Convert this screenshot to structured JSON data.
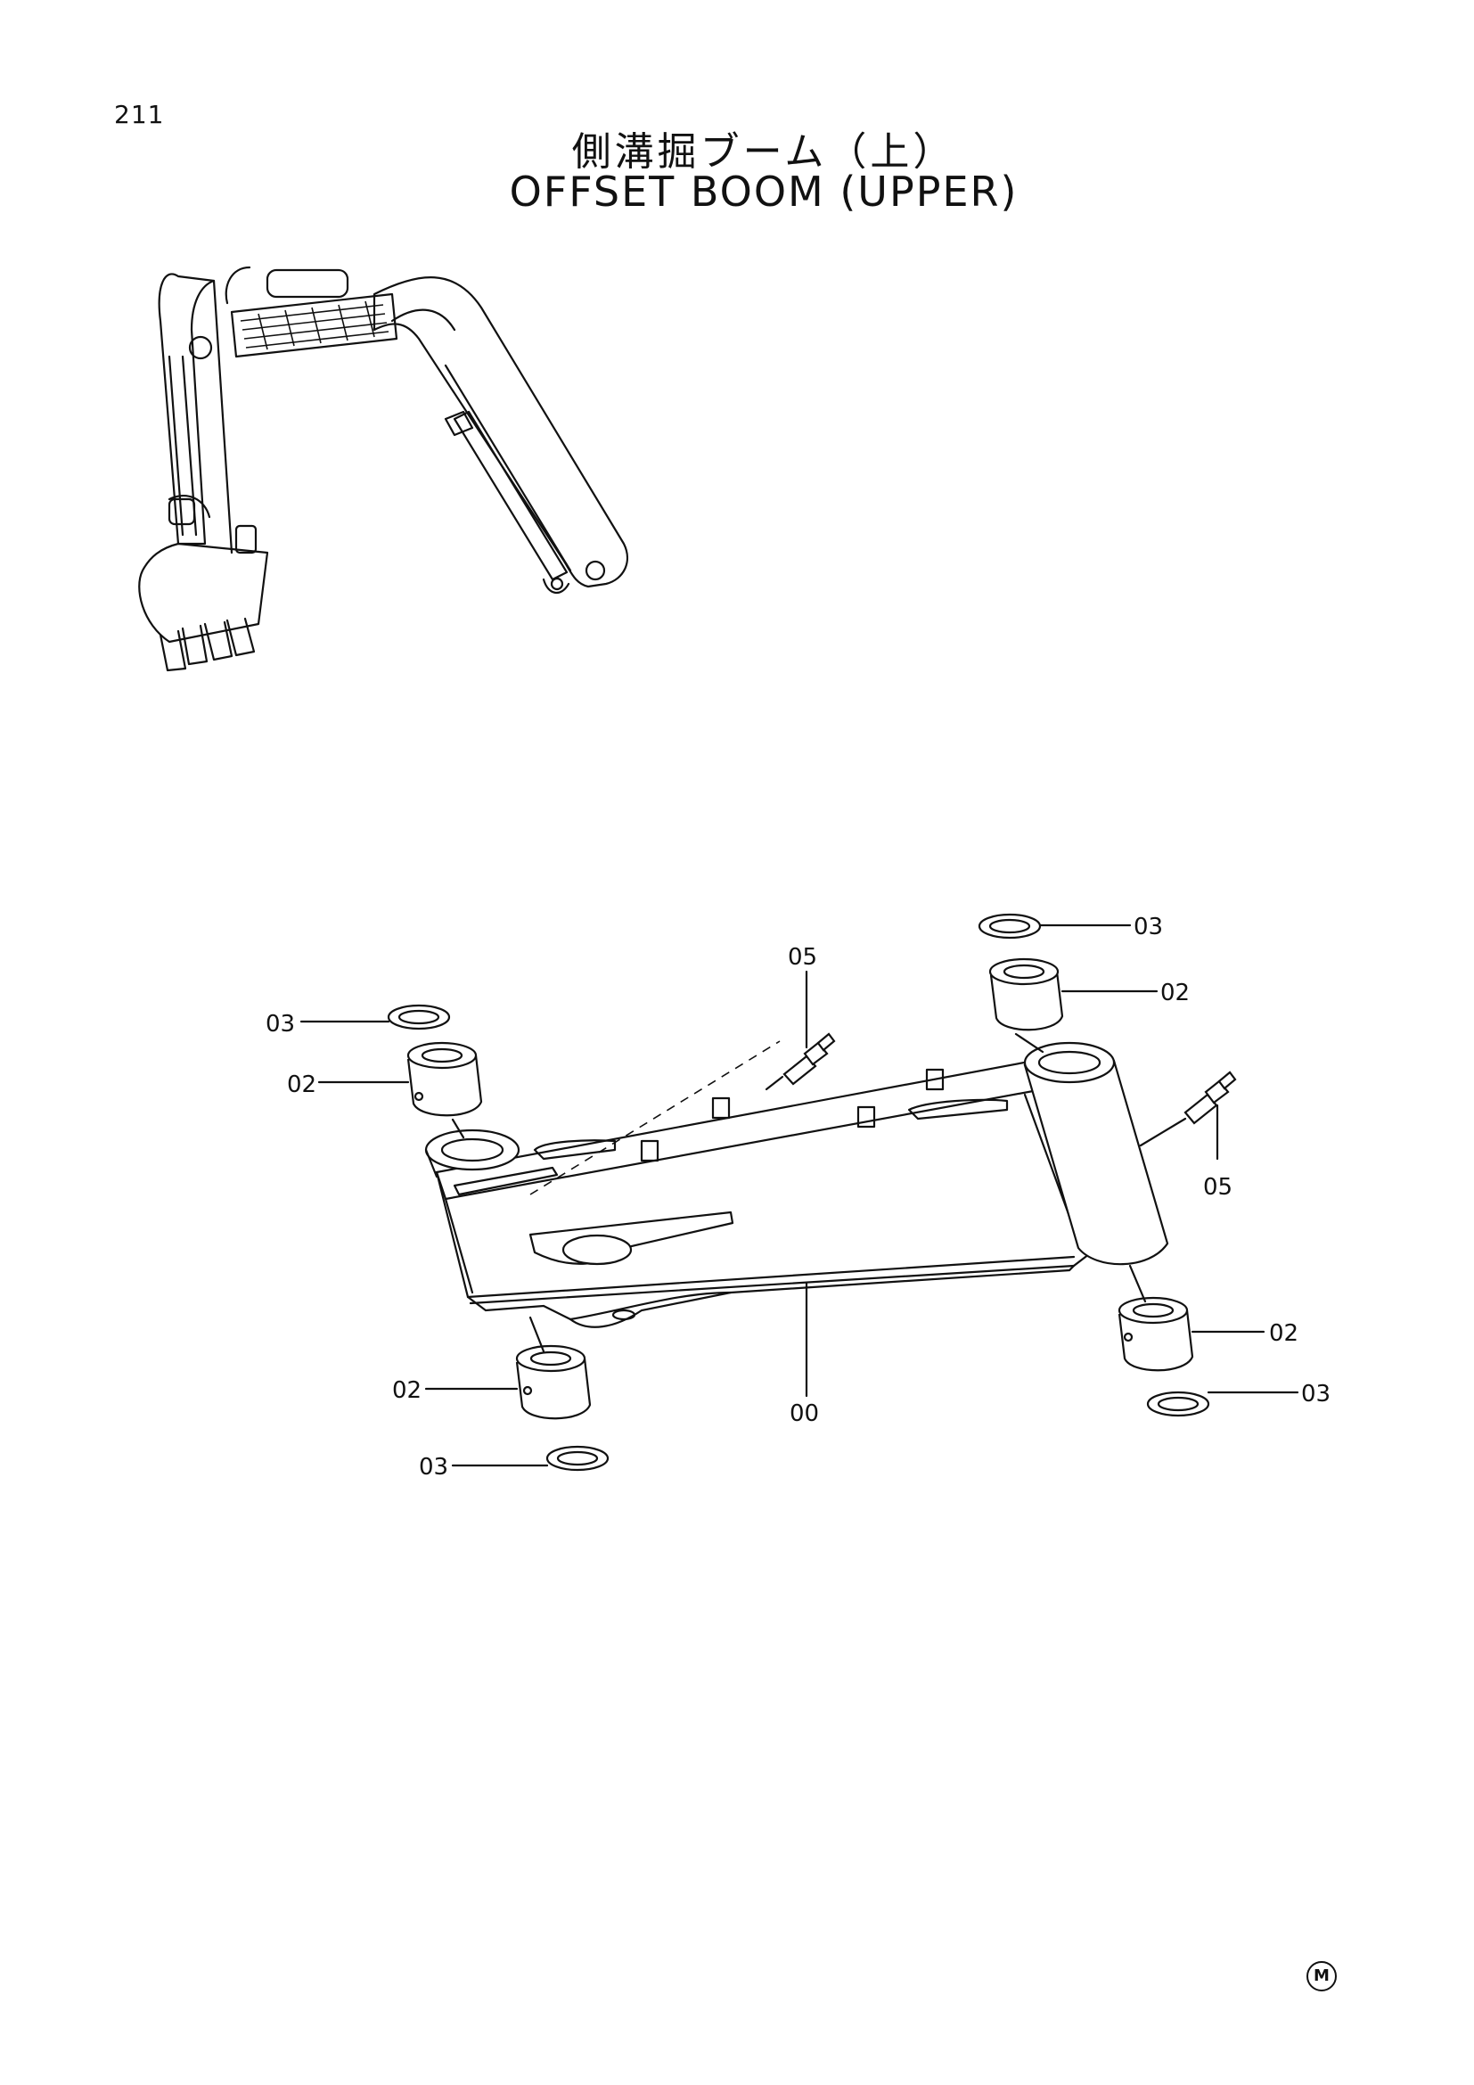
{
  "header": {
    "page_number": "211",
    "title_jp": "側溝掘ブーム（上）",
    "title_en": "OFFSET BOOM (UPPER)"
  },
  "callouts": {
    "c03_top_right": "03",
    "c02_top_right": "02",
    "c05_top": "05",
    "c03_top_left": "03",
    "c02_top_left": "02",
    "c05_right": "05",
    "c02_bottom_right": "02",
    "c03_bottom_right": "03",
    "c02_bottom_left": "02",
    "c00_bottom": "00",
    "c03_bottom_left": "03"
  },
  "footer": {
    "mark": "M"
  }
}
